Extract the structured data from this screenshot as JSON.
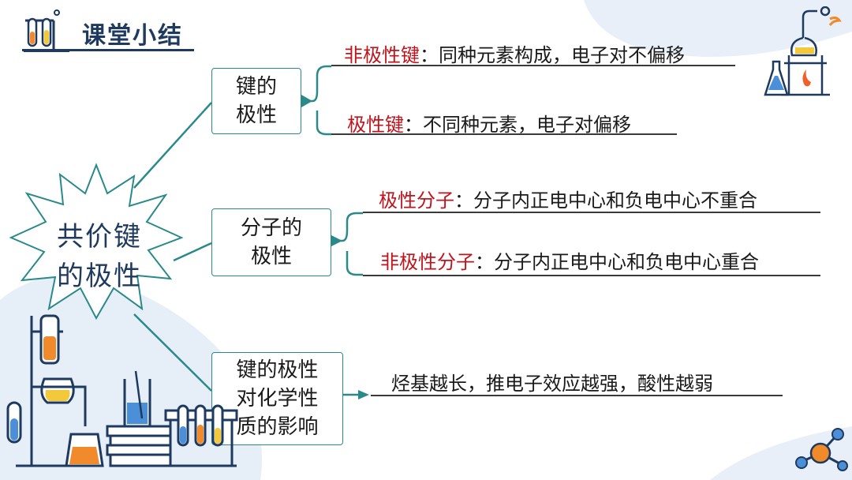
{
  "header": {
    "title": "课堂小结"
  },
  "center": {
    "line1": "共价键",
    "line2": "的极性"
  },
  "branches": [
    {
      "box": [
        "键的",
        "极性"
      ],
      "items": [
        {
          "term": "非极性键",
          "sep": "：",
          "desc": "同种元素构成，电子对不偏移"
        },
        {
          "term": "极性键",
          "sep": "：",
          "desc": "不同种元素，电子对偏移"
        }
      ]
    },
    {
      "box": [
        "分子的",
        "极性"
      ],
      "items": [
        {
          "term": "极性分子",
          "sep": "：",
          "desc": "分子内正电中心和负电中心不重合"
        },
        {
          "term": "非极性分子",
          "sep": "：",
          "desc": "分子内正电中心和负电中心重合"
        }
      ]
    },
    {
      "box": [
        "键的极性",
        "对化学性",
        "质的影响"
      ],
      "items": [
        {
          "desc": "烃基越长，推电子效应越强，酸性越弱"
        }
      ]
    }
  ],
  "colors": {
    "accent": "#2a8a8a",
    "term": "#c0141c",
    "navy": "#1f3a5f",
    "bg_blob": "#e6eef8"
  },
  "icons": [
    "lab-flasks-icon",
    "lab-apparatus-icon",
    "lab-equipment-icon",
    "molecule-icon"
  ]
}
